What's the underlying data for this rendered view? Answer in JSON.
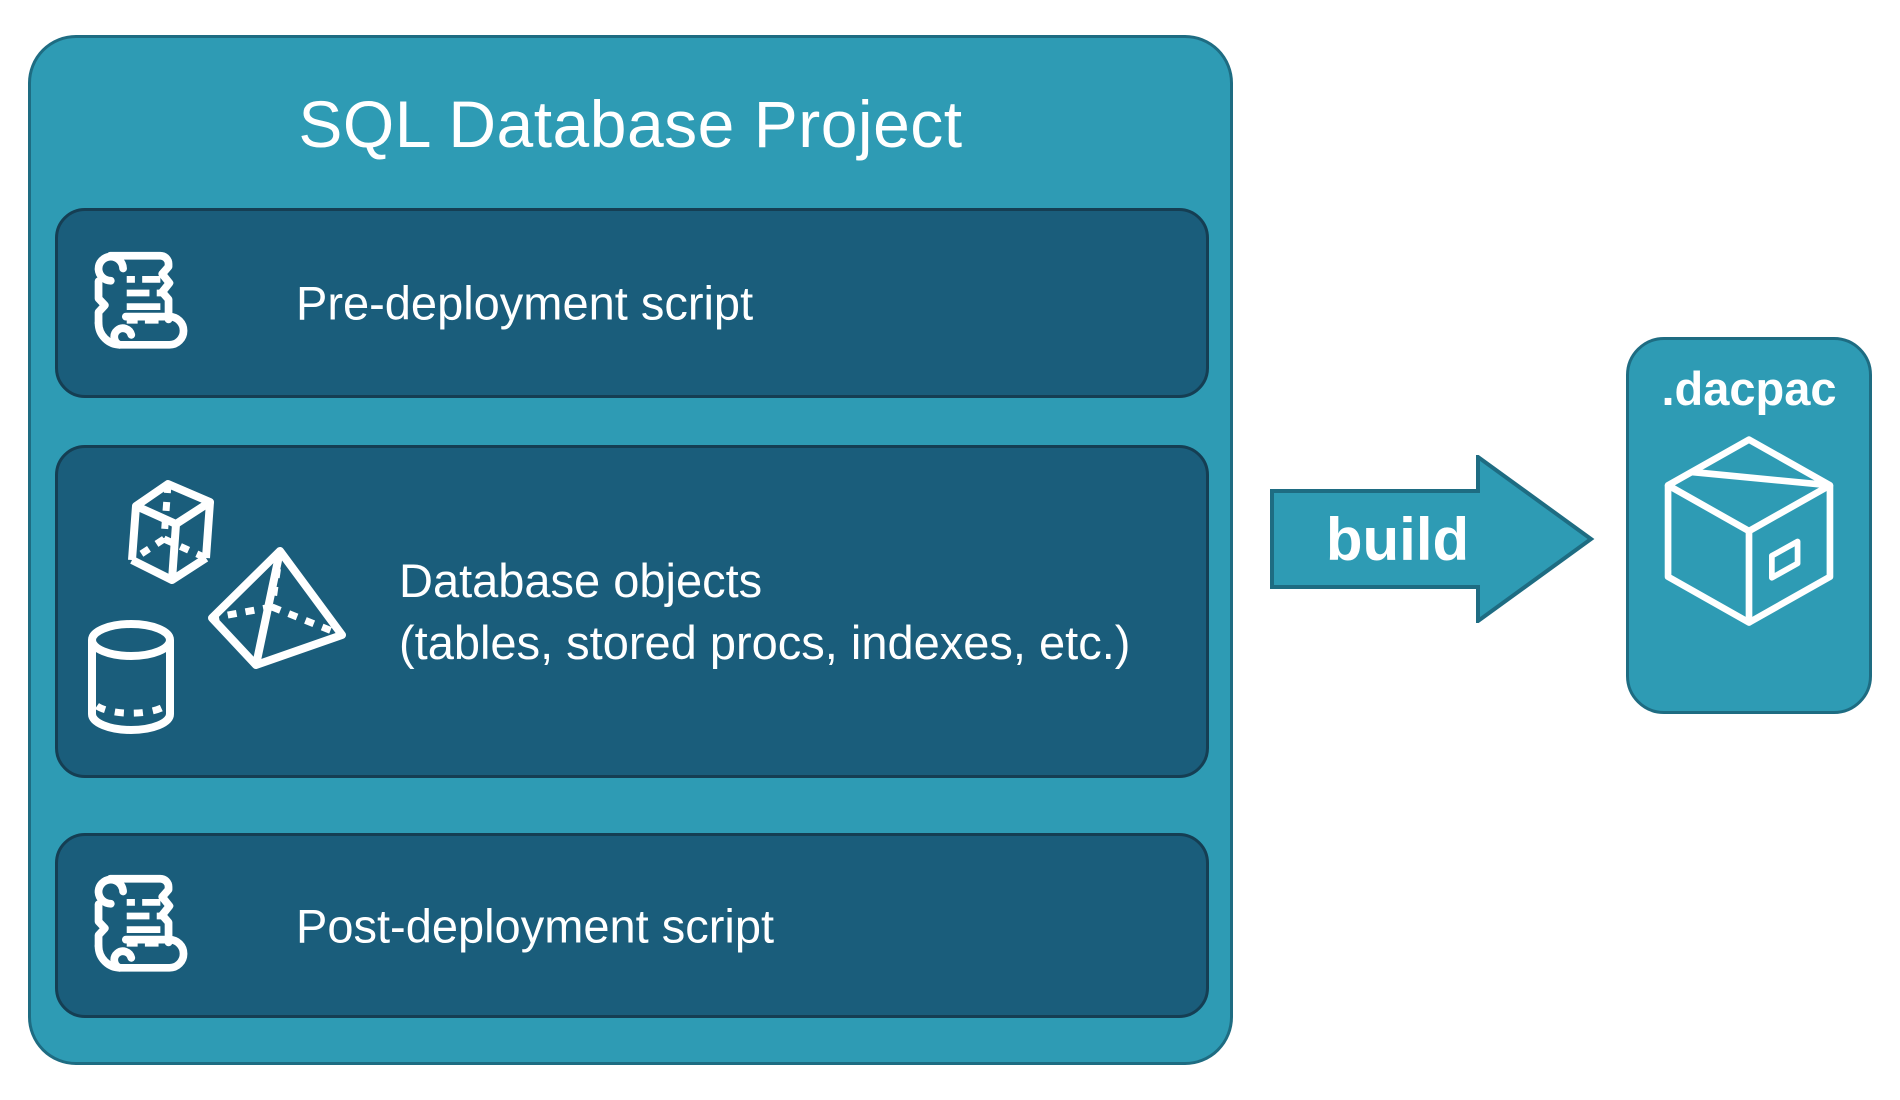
{
  "project": {
    "title": "SQL Database Project",
    "boxes": [
      {
        "id": "pre-deployment",
        "label": "Pre-deployment script",
        "icon": "scroll-icon"
      },
      {
        "id": "database-objects",
        "label_line1": "Database objects",
        "label_line2": "(tables, stored procs, indexes, etc.)",
        "icons": [
          "cube-icon",
          "pyramid-icon",
          "cylinder-icon"
        ]
      },
      {
        "id": "post-deployment",
        "label": "Post-deployment script",
        "icon": "scroll-icon"
      }
    ]
  },
  "arrow": {
    "label": "build",
    "direction": "right"
  },
  "output": {
    "label": ".dacpac",
    "icon": "package-icon"
  },
  "colors": {
    "teal": "#2e9bb4",
    "teal_border": "#1e6c82",
    "dark_panel": "#1a5d7b",
    "dark_panel_border": "#153e53",
    "text": "#ffffff"
  }
}
